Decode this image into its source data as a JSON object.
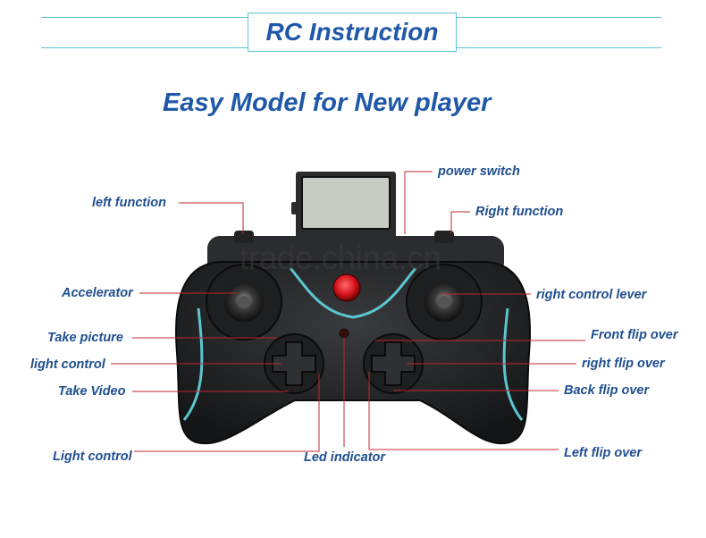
{
  "title": "RC Instruction",
  "subtitle": "Easy Model for New player",
  "watermark": "trade.china.cn",
  "colors": {
    "heading": "#1f58a8",
    "label": "#1f4e8f",
    "leader_line": "#c0272d",
    "frame_line": "#5cc6d0",
    "controller_body": "#1b1c1e",
    "accent_trim": "#5cc6d0"
  },
  "labels": {
    "left_function": "left function",
    "power_switch": "power switch",
    "right_function": "Right function",
    "accelerator": "Accelerator",
    "right_control_lever": "right control lever",
    "take_picture": "Take picture",
    "front_flip_over": "Front flip over",
    "light_control_left": "light control",
    "right_flip_over": "right flip over",
    "take_video": "Take Video",
    "back_flip_over": "Back flip over",
    "light_control_bottom": "Light control",
    "led_indicator": "Led  indicator",
    "left_flip_over": "Left flip over"
  }
}
